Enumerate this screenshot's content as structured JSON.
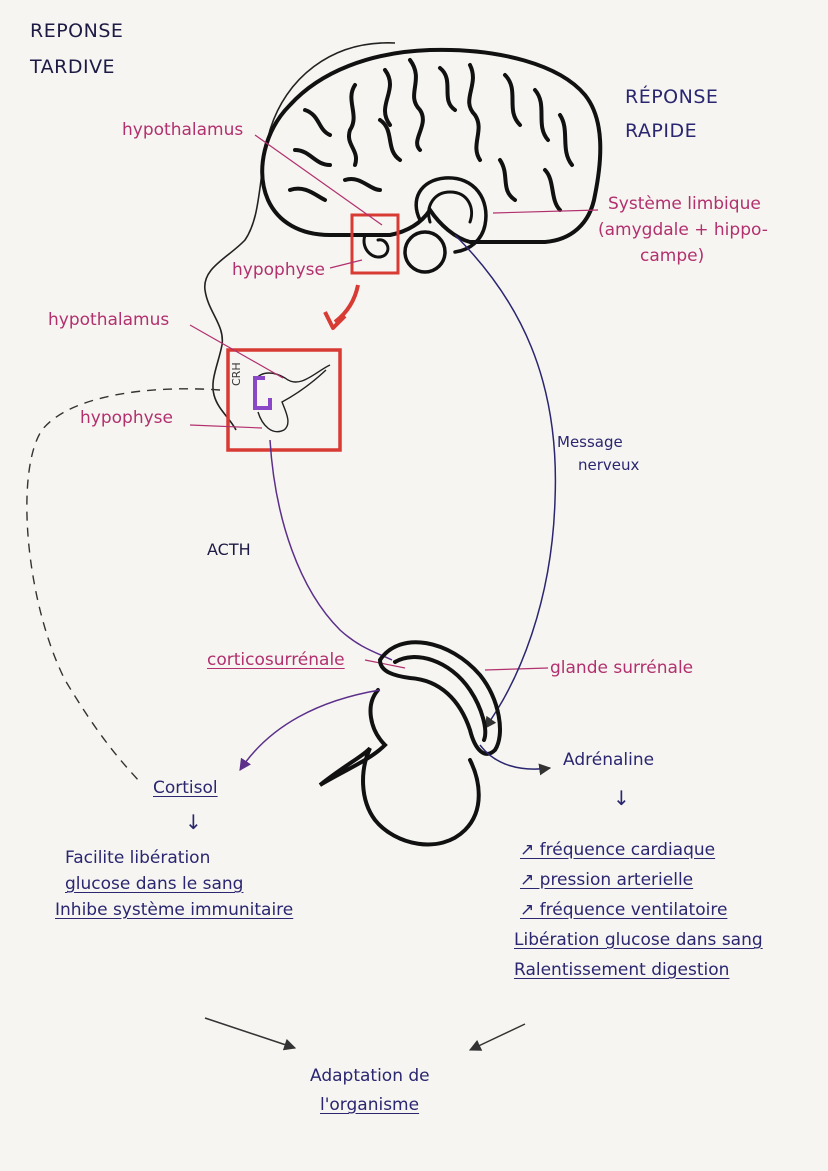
{
  "labels": {
    "reponse_tardive": [
      "REPONSE",
      "TARDIVE"
    ],
    "reponse_rapide": [
      "RÉPONSE",
      "RAPIDE"
    ],
    "hypothalamus_top": "hypothalamus",
    "hypophyse_top": "hypophyse",
    "hypothalamus_left": "hypothalamus",
    "hypophyse_left": "hypophyse",
    "crh": "CRH",
    "systeme_limbique": [
      "Système limbique",
      "(amygdale + hippo-",
      "campe)"
    ],
    "message_nerveux": [
      "Message",
      "nerveux"
    ],
    "acth": "ACTH",
    "corticosurrenale": "corticosurrénale",
    "glande_surrenale": "glande surrénale",
    "cortisol": "Cortisol",
    "arrow_down": "↓",
    "cortisol_effects": [
      "Facilite libération",
      "glucose dans le sang",
      "Inhibe système immunitaire"
    ],
    "adrenaline": "Adrénaline",
    "adrenaline_effects": [
      "↗ fréquence cardiaque",
      "↗ pression arterielle",
      "↗ fréquence ventilatoire",
      "Libération glucose dans sang",
      "Ralentissement digestion"
    ],
    "adaptation": [
      "Adaptation de",
      "l'organisme"
    ]
  },
  "colors": {
    "ink": "#1d1a44",
    "pink": "#b2306e",
    "purple": "#5b2f8a",
    "violet": "#8a48c9",
    "red": "#d83a34",
    "paper": "#f6f5f1"
  }
}
